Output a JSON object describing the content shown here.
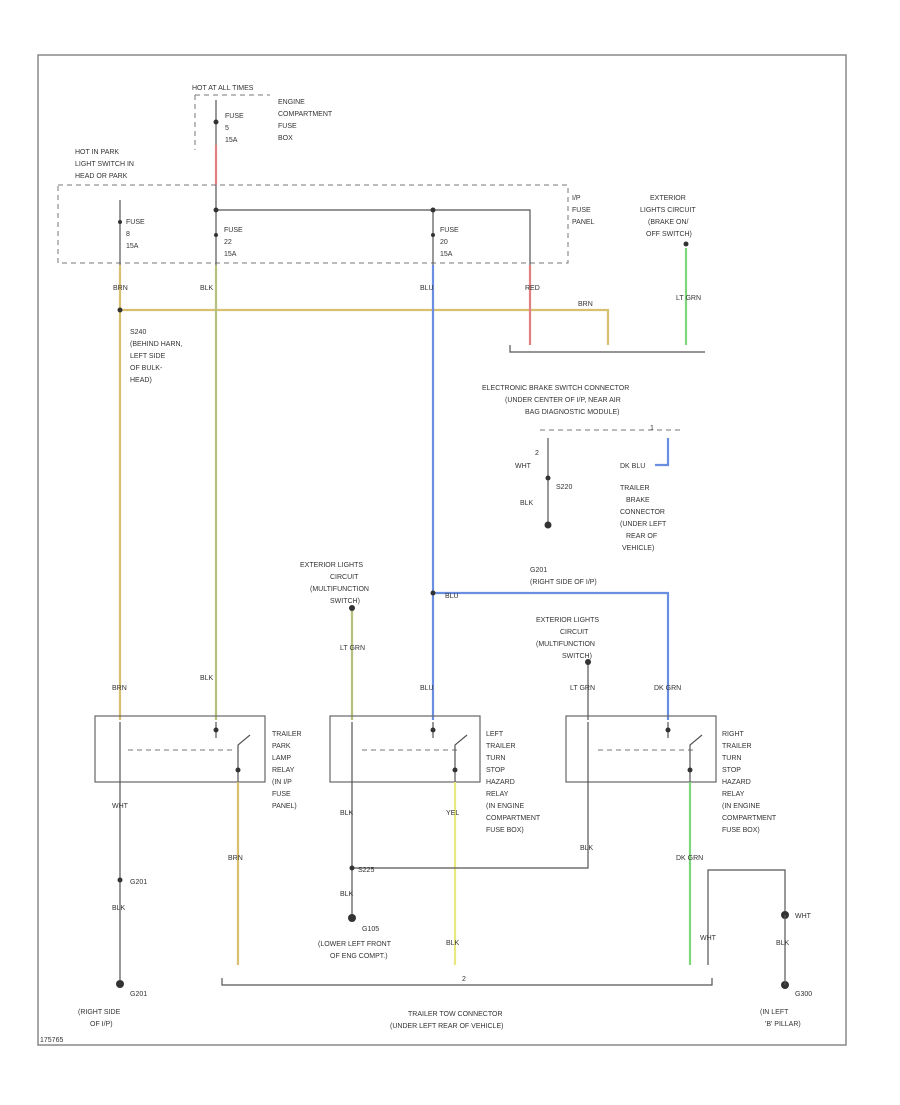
{
  "colors": {
    "yellow_tan": "#d8c070",
    "olive": "#b8c080",
    "blue": "#6b8fe0",
    "red": "#e08080",
    "green": "#7fd67a",
    "light_yellow": "#e8e880",
    "frame": "#888888",
    "black": "#333333"
  },
  "labels": {
    "hot_all_times": "HOT AT ALL TIMES",
    "fuse_top": "FUSE",
    "fuse_top_num": "5",
    "fuse_top_amp": "15A",
    "engine_box_1": "ENGINE",
    "engine_box_2": "COMPARTMENT",
    "engine_box_3": "FUSE",
    "engine_box_4": "BOX",
    "hot_park_1": "HOT IN PARK",
    "hot_park_2": "LIGHT SWITCH IN",
    "hot_park_3": "HEAD OR PARK",
    "fuse_a": "FUSE",
    "fuse_a_num": "8",
    "fuse_a_amp": "15A",
    "fuse_b": "FUSE",
    "fuse_b_num": "22",
    "fuse_b_amp": "15A",
    "fuse_c": "FUSE",
    "fuse_c_num": "20",
    "fuse_c_amp": "15A",
    "ip_fuse_1": "I/P",
    "ip_fuse_2": "FUSE",
    "ip_fuse_3": "PANEL",
    "ext_brake_1": "EXTERIOR",
    "ext_brake_2": "LIGHTS CIRCUIT",
    "ext_brake_3": "(BRAKE ON/",
    "ext_brake_4": "OFF SWITCH)",
    "wire_brn_top": "BRN",
    "wire_blk_top": "BLK",
    "wire_blu_top": "BLU",
    "wire_red_top": "RED",
    "wire_ltgrn_top": "LT GRN",
    "wire_brn_h": "BRN",
    "splice_1": "S240",
    "splice_2": "(BEHIND HARN,",
    "splice_3": "LEFT SIDE",
    "splice_4": "OF BULK-",
    "splice_5": "HEAD)",
    "ebs_1": "ELECTRONIC BRAKE SWITCH CONNECTOR",
    "ebs_2": "(UNDER CENTER OF I/P, NEAR AIR",
    "ebs_3": "BAG DIAGNOSTIC MODULE)",
    "pin2": "2",
    "pin1": "1",
    "wire_wht": "WHT",
    "wire_dkblu": "DK BLU",
    "g_s220": "S220",
    "wire_blk_mid": "BLK",
    "tb_1": "TRAILER",
    "tb_2": "BRAKE",
    "tb_3": "CONNECTOR",
    "tb_4": "(UNDER LEFT",
    "tb_5": "REAR OF",
    "tb_6": "VEHICLE)",
    "elc_left_1": "EXTERIOR LIGHTS",
    "elc_left_2": "CIRCUIT",
    "elc_left_3": "(MULTIFUNCTION",
    "elc_left_4": "SWITCH)",
    "g201_1": "G201",
    "g201_2": "(RIGHT SIDE OF I/P)",
    "wire_blu_h": "BLU",
    "elc_right_1": "EXTERIOR LIGHTS",
    "elc_right_2": "CIRCUIT",
    "elc_right_3": "(MULTIFUNCTION",
    "elc_right_4": "SWITCH)",
    "wire_brn_low": "BRN",
    "wire_blk_low": "BLK",
    "wire_ltgrn_low": "LT GRN",
    "wire_blu_low": "BLU",
    "wire_ltgrn_low2": "LT GRN",
    "wire_dkgrn_low": "DK GRN",
    "relay1_1": "TRAILER",
    "relay1_2": "PARK",
    "relay1_3": "LAMP",
    "relay1_4": "RELAY",
    "relay1_5": "(IN I/P",
    "relay1_6": "FUSE",
    "relay1_7": "PANEL)",
    "relay2_1": "LEFT",
    "relay2_2": "TRAILER",
    "relay2_3": "TURN",
    "relay2_4": "STOP",
    "relay2_5": "HAZARD",
    "relay2_6": "RELAY",
    "relay2_7": "(IN ENGINE",
    "relay2_8": "COMPARTMENT",
    "relay2_9": "FUSE BOX)",
    "relay3_1": "RIGHT",
    "relay3_2": "TRAILER",
    "relay3_3": "TURN",
    "relay3_4": "STOP",
    "relay3_5": "HAZARD",
    "relay3_6": "RELAY",
    "relay3_7": "(IN ENGINE",
    "relay3_8": "COMPARTMENT",
    "relay3_9": "FUSE BOX)",
    "wire_wht_low": "WHT",
    "wire_blk_lower": "BLK",
    "wire_brn_lower": "BRN",
    "wire_yel": "YEL",
    "wire_blk_r": "BLK",
    "wire_dkgrn_lower": "DK GRN",
    "s225": "S225",
    "wire_blk_g": "BLK",
    "g201_b": "G201",
    "g201_b_1": "(RIGHT SIDE",
    "g201_b_2": "OF I/P)",
    "wire_blk_s": "BLK",
    "wire_blk_g2": "BLK",
    "g105": "G105",
    "g105_1": "(LOWER LEFT FRONT",
    "g105_2": "OF ENG COMPT.)",
    "ttc_1": "TRAILER TOW CONNECTOR",
    "ttc_2": "(UNDER LEFT REAR OF VEHICLE)",
    "wire_wht_r": "WHT",
    "wire_wht_r2": "WHT",
    "wire_blk_g3": "BLK",
    "g300": "G300",
    "g300_1": "(IN LEFT",
    "g300_2": "'B' PILLAR)",
    "corner": "175765"
  }
}
